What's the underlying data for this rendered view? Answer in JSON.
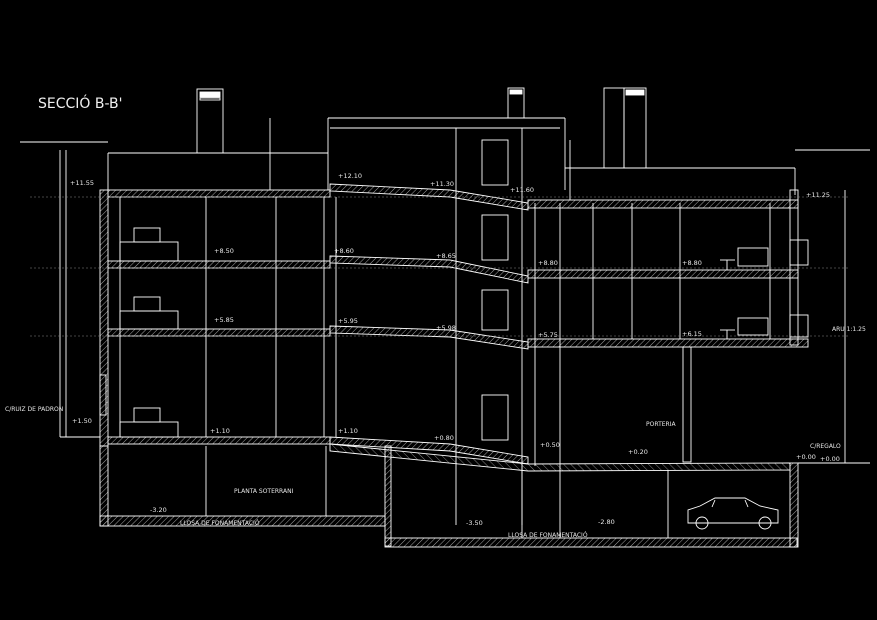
{
  "title": "SECCIÓ B-B'",
  "colors": {
    "background": "#000000",
    "lines": "#ffffff",
    "text": "#e8e8e8"
  },
  "room_labels": {
    "planta_soterrani": "PLANTA SOTERRANI",
    "porteria": "PORTERIA"
  },
  "notes": {
    "rasant_left": "C/RUIZ DE PADRON",
    "rasant_right": "C/REGALO",
    "losa_left": "LLOSA DE FONAMENTACIÓ",
    "losa_right": "LLOSA DE FONAMENTACIÓ",
    "ratio": "ARU 1:1.25"
  },
  "levels": {
    "l_11_55": "+11.55",
    "l_12_10": "+12.10",
    "l_11_30": "+11.30",
    "l_11_60": "+11.60",
    "l_11_25": "+11.25",
    "l_8_50": "+8.50",
    "l_8_60": "+8.60",
    "l_8_65": "+8.65",
    "l_8_80": "+8.80",
    "l_5_85": "+5.85",
    "l_5_95": "+5.95",
    "l_5_98": "+5.98",
    "l_5_75": "+5.75",
    "l_6_15": "+6.15",
    "l_1_50": "+1.50",
    "l_1_10": "+1.10",
    "l_a_1_10": "+1.10",
    "l_0_80": "+0.80",
    "l_0_50": "+0.50",
    "l_0_20": "+0.20",
    "l_0_00a": "+0.00",
    "l_0_00b": "+0.00",
    "l_m3_20": "-3.20",
    "l_m3_50": "-3.50",
    "l_m2_80": "-2.80"
  }
}
